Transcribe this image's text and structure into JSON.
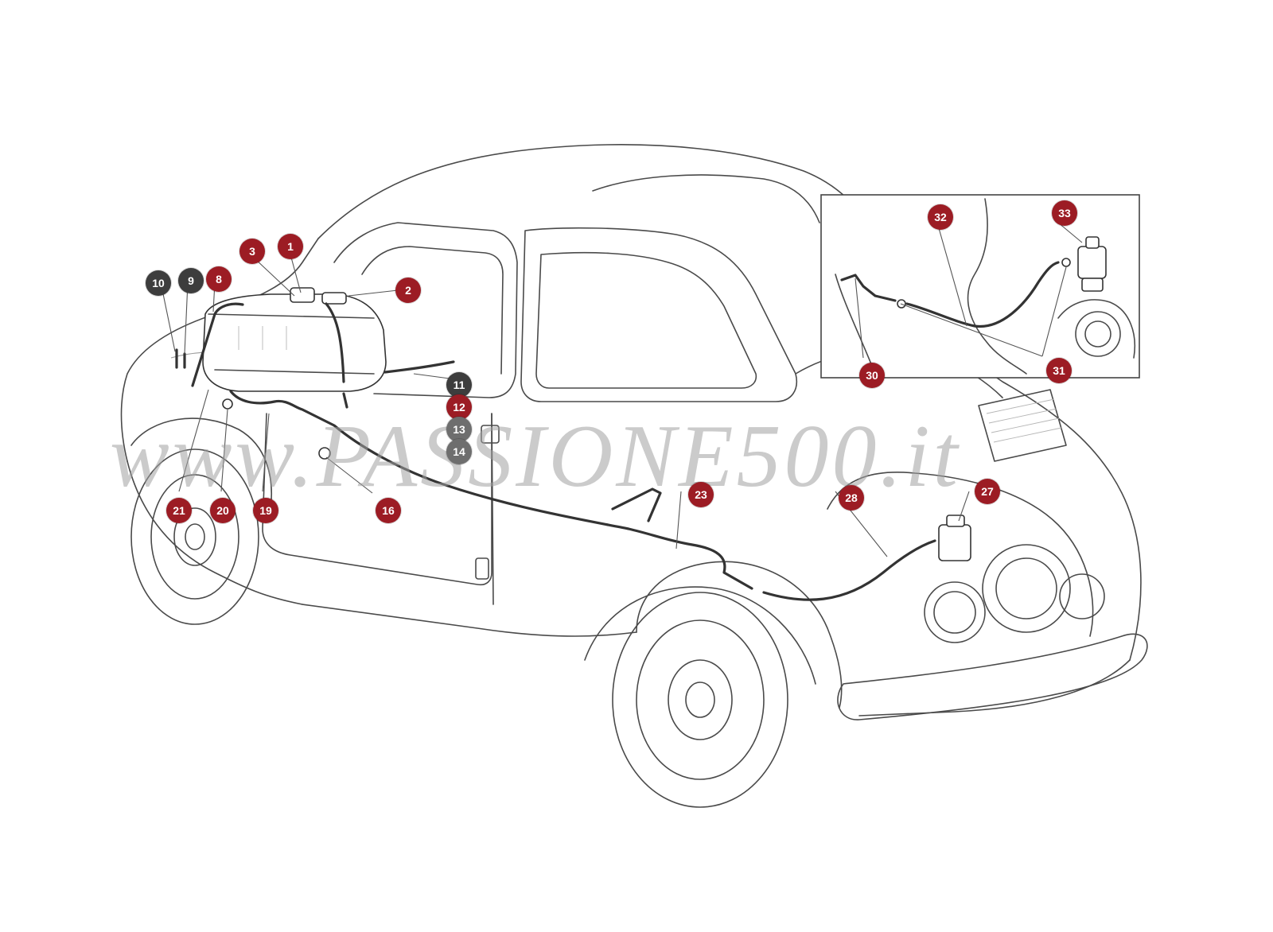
{
  "watermark": "www.PASSIONE500.it",
  "colors": {
    "callout_red": "#9c1c24",
    "callout_dark": "#3d3d3d",
    "callout_grey": "#6e6e6e"
  },
  "callouts": [
    {
      "label": "1",
      "style": "red"
    },
    {
      "label": "2",
      "style": "red"
    },
    {
      "label": "3",
      "style": "red"
    },
    {
      "label": "8",
      "style": "red"
    },
    {
      "label": "9",
      "style": "dark"
    },
    {
      "label": "10",
      "style": "dark"
    },
    {
      "label": "11",
      "style": "dark"
    },
    {
      "label": "12",
      "style": "red"
    },
    {
      "label": "13",
      "style": "grey"
    },
    {
      "label": "14",
      "style": "grey"
    },
    {
      "label": "16",
      "style": "red"
    },
    {
      "label": "19",
      "style": "red"
    },
    {
      "label": "20",
      "style": "red"
    },
    {
      "label": "21",
      "style": "red"
    },
    {
      "label": "23",
      "style": "red"
    },
    {
      "label": "27",
      "style": "red"
    },
    {
      "label": "28",
      "style": "red"
    },
    {
      "label": "30",
      "style": "red"
    },
    {
      "label": "31",
      "style": "red"
    },
    {
      "label": "32",
      "style": "red"
    },
    {
      "label": "33",
      "style": "red"
    }
  ]
}
